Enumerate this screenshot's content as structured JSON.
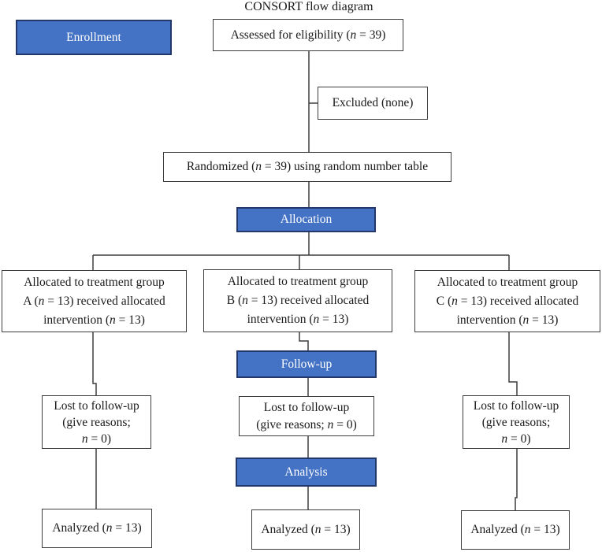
{
  "title": "CONSORT flow diagram",
  "colors": {
    "blue_fill": "#4472c4",
    "blue_border": "#23376b",
    "box_border": "#3d3d3d",
    "line": "#3d3d3d",
    "text": "#1a1a1a"
  },
  "stages": {
    "enrollment": "Enrollment",
    "allocation": "Allocation",
    "followup": "Follow-up",
    "analysis": "Analysis"
  },
  "boxes": {
    "assessed": {
      "lines": [
        [
          "Assessed for eligibility (",
          {
            "i": "n"
          },
          " = 39)"
        ]
      ]
    },
    "excluded": {
      "lines": [
        [
          "Excluded (none)"
        ]
      ]
    },
    "randomized": {
      "lines": [
        [
          "Randomized (",
          {
            "i": "n"
          },
          " = 39) using random number table"
        ]
      ]
    },
    "alloc_a": {
      "lines": [
        [
          "Allocated to treatment group"
        ],
        [
          "A (",
          {
            "i": "n"
          },
          " = 13) received allocated"
        ],
        [
          "intervention (",
          {
            "i": "n"
          },
          " = 13)"
        ]
      ]
    },
    "alloc_b": {
      "lines": [
        [
          "Allocated to treatment group"
        ],
        [
          "B (",
          {
            "i": "n"
          },
          " = 13) received allocated"
        ],
        [
          "intervention (",
          {
            "i": "n"
          },
          " = 13)"
        ]
      ]
    },
    "alloc_c": {
      "lines": [
        [
          "Allocated to treatment group"
        ],
        [
          "C (",
          {
            "i": "n"
          },
          " = 13) received allocated"
        ],
        [
          "intervention (",
          {
            "i": "n"
          },
          " = 13)"
        ]
      ]
    },
    "lost_a": {
      "lines": [
        [
          "Lost to follow-up"
        ],
        [
          "(give reasons;"
        ],
        [
          {
            "i": "n"
          },
          " = 0)"
        ]
      ]
    },
    "lost_b": {
      "lines": [
        [
          "Lost to follow-up"
        ],
        [
          "(give reasons; ",
          {
            "i": "n"
          },
          " = 0)"
        ]
      ]
    },
    "lost_c": {
      "lines": [
        [
          "Lost to follow-up"
        ],
        [
          "(give reasons;"
        ],
        [
          {
            "i": "n"
          },
          " = 0)"
        ]
      ]
    },
    "analyzed_a": {
      "lines": [
        [
          "Analyzed (",
          {
            "i": "n"
          },
          " = 13)"
        ]
      ]
    },
    "analyzed_b": {
      "lines": [
        [
          "Analyzed (",
          {
            "i": "n"
          },
          " = 13)"
        ]
      ]
    },
    "analyzed_c": {
      "lines": [
        [
          "Analyzed (",
          {
            "i": "n"
          },
          " = 13)"
        ]
      ]
    }
  }
}
